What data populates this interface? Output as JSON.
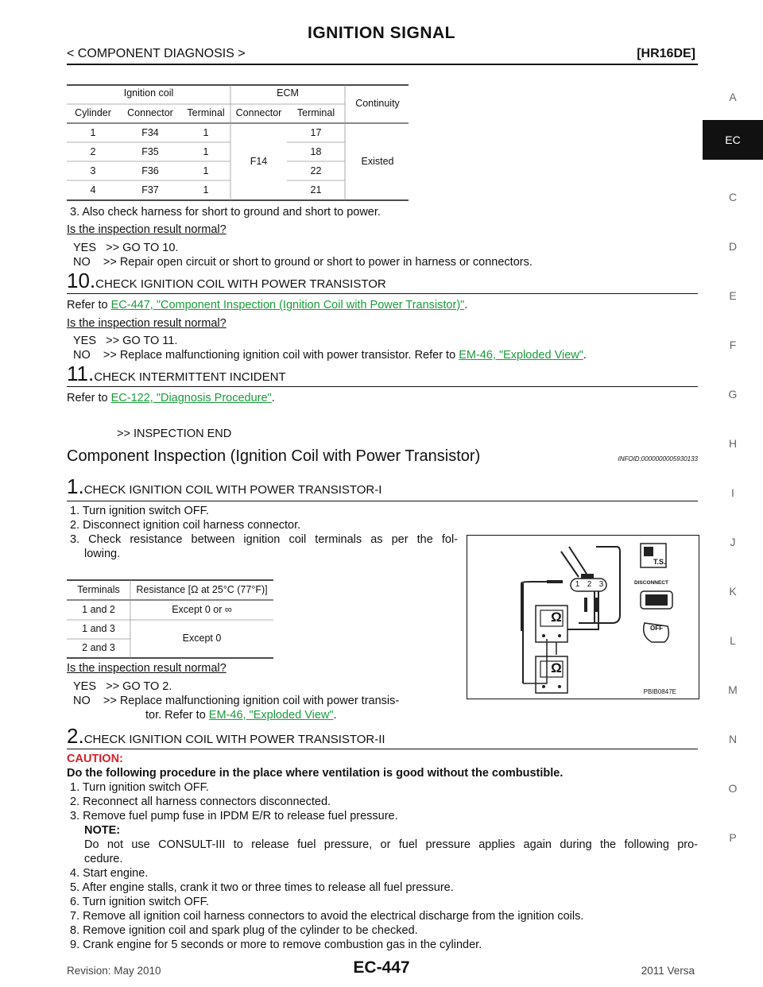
{
  "header": {
    "title": "IGNITION SIGNAL",
    "breadcrumb": "< COMPONENT DIAGNOSIS >",
    "engine": "[HR16DE]"
  },
  "sidebar": {
    "letters": [
      "A",
      "C",
      "D",
      "E",
      "F",
      "G",
      "H",
      "I",
      "J",
      "K",
      "L",
      "M",
      "N",
      "O",
      "P"
    ],
    "active": "EC"
  },
  "table1": {
    "h_ignition": "Ignition coil",
    "h_ecm": "ECM",
    "h_continuity": "Continuity",
    "h_cylinder": "Cylinder",
    "h_connector": "Connector",
    "h_terminal": "Terminal",
    "h_ecm_connector": "Connector",
    "h_ecm_terminal": "Terminal",
    "rows": [
      {
        "cyl": "1",
        "conn": "F34",
        "term": "1",
        "ecm_term": "17"
      },
      {
        "cyl": "2",
        "conn": "F35",
        "term": "1",
        "ecm_term": "18"
      },
      {
        "cyl": "3",
        "conn": "F36",
        "term": "1",
        "ecm_term": "22"
      },
      {
        "cyl": "4",
        "conn": "F37",
        "term": "1",
        "ecm_term": "21"
      }
    ],
    "ecm_connector": "F14",
    "continuity": "Existed"
  },
  "s9": {
    "step3": "3. Also check harness for short to ground and short to power.",
    "question": "Is the inspection result normal?",
    "yes": "YES   >> GO TO 10.",
    "no": "NO    >> Repair open circuit or short to ground or short to power in harness or connectors."
  },
  "s10": {
    "num": "10.",
    "title": "CHECK IGNITION COIL WITH POWER TRANSISTOR",
    "refer_prefix": "Refer to ",
    "link": "EC-447, \"Component Inspection (Ignition Coil with Power Transistor)\"",
    "refer_suffix": ".",
    "question": "Is the inspection result normal?",
    "yes": "YES   >> GO TO 11.",
    "no_prefix": "NO    >> Replace malfunctioning ignition coil with power transistor. Refer to ",
    "no_link": "EM-46, \"Exploded View\"",
    "no_suffix": "."
  },
  "s11": {
    "num": "11.",
    "title": "CHECK INTERMITTENT INCIDENT",
    "refer_prefix": "Refer to ",
    "link": "EC-122, \"Diagnosis Procedure\"",
    "refer_suffix": ".",
    "end": ">> INSPECTION END"
  },
  "component": {
    "title": "Component Inspection (Ignition Coil with Power Transistor)",
    "infoid": "INFOID:0000000005930133"
  },
  "c1": {
    "num": "1.",
    "title": "CHECK IGNITION COIL WITH POWER TRANSISTOR-I",
    "step1": "1. Turn ignition switch OFF.",
    "step2": "2. Disconnect ignition coil harness connector.",
    "step3a": "3. Check resistance between ignition coil terminals as per the fol-",
    "step3b": "lowing.",
    "question": "Is the inspection result normal?",
    "yes": "YES   >> GO TO 2.",
    "no_a": "NO    >> Replace malfunctioning ignition coil with power transis-",
    "no_b_prefix": "tor. Refer to ",
    "no_link": "EM-46, \"Exploded View\"",
    "no_suffix": "."
  },
  "table2": {
    "h_terminals": "Terminals",
    "h_resistance": "Resistance [Ω at 25°C (77°F)]",
    "r1_term": "1 and 2",
    "r1_val": "Except 0 or ∞",
    "r2_term": "1 and 3",
    "r3_term": "2 and 3",
    "r23_val": "Except 0"
  },
  "figure": {
    "code": "PBIB0847E",
    "ts": "T.S.",
    "disconnect": "DISCONNECT",
    "off": "OFF",
    "ohm": "Ω",
    "pins": [
      "1",
      "2",
      "3"
    ]
  },
  "c2": {
    "num": "2.",
    "title": "CHECK IGNITION COIL WITH POWER TRANSISTOR-II",
    "caution": "CAUTION:",
    "caution_text": "Do the following procedure in the place where ventilation is good without the combustible.",
    "steps": [
      "1. Turn ignition switch OFF.",
      "2. Reconnect all harness connectors disconnected.",
      "3. Remove fuel pump fuse in IPDM E/R to release fuel pressure."
    ],
    "note": "NOTE:",
    "note_a": "Do not use CONSULT-III to release fuel pressure, or fuel pressure applies again during the following pro-",
    "note_b": "cedure.",
    "steps2": [
      "4. Start engine.",
      "5. After engine stalls, crank it two or three times to release all fuel pressure.",
      "6. Turn ignition switch OFF.",
      "7. Remove all ignition coil harness connectors to avoid the electrical discharge from the ignition coils.",
      "8. Remove ignition coil and spark plug of the cylinder to be checked.",
      "9. Crank engine for 5 seconds or more to remove combustion gas in the cylinder."
    ]
  },
  "footer": {
    "revision": "Revision: May 2010",
    "page": "EC-447",
    "model": "2011 Versa"
  }
}
